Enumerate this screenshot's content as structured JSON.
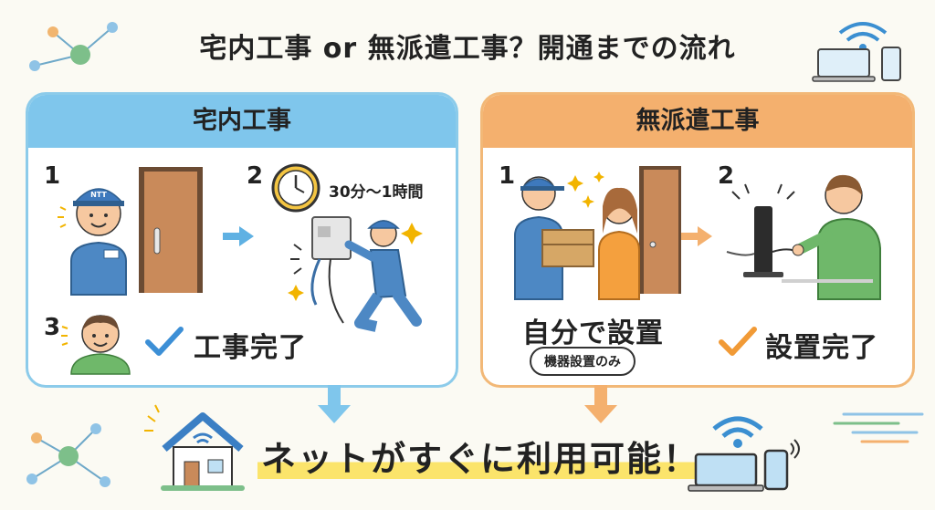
{
  "title": "宅内工事 or 無派遣工事？開通までの流れ",
  "left_panel": {
    "heading": "宅内工事",
    "step1_num": "1",
    "badge_text": "NTT",
    "step2_num": "2",
    "step2_duration": "30分〜1時間",
    "step3_num": "3",
    "step3_text": "工事完了"
  },
  "right_panel": {
    "heading": "無派遣工事",
    "step1_num": "1",
    "step1_text": "自分で設置",
    "step1_note": "機器設置のみ",
    "step2_num": "2",
    "step2_text": "設置完了"
  },
  "bottom_text": "ネットがすぐに利用可能！",
  "colors": {
    "left_accent": "#7fc6ec",
    "right_accent": "#f4b06e",
    "highlight": "#fbe46b"
  }
}
